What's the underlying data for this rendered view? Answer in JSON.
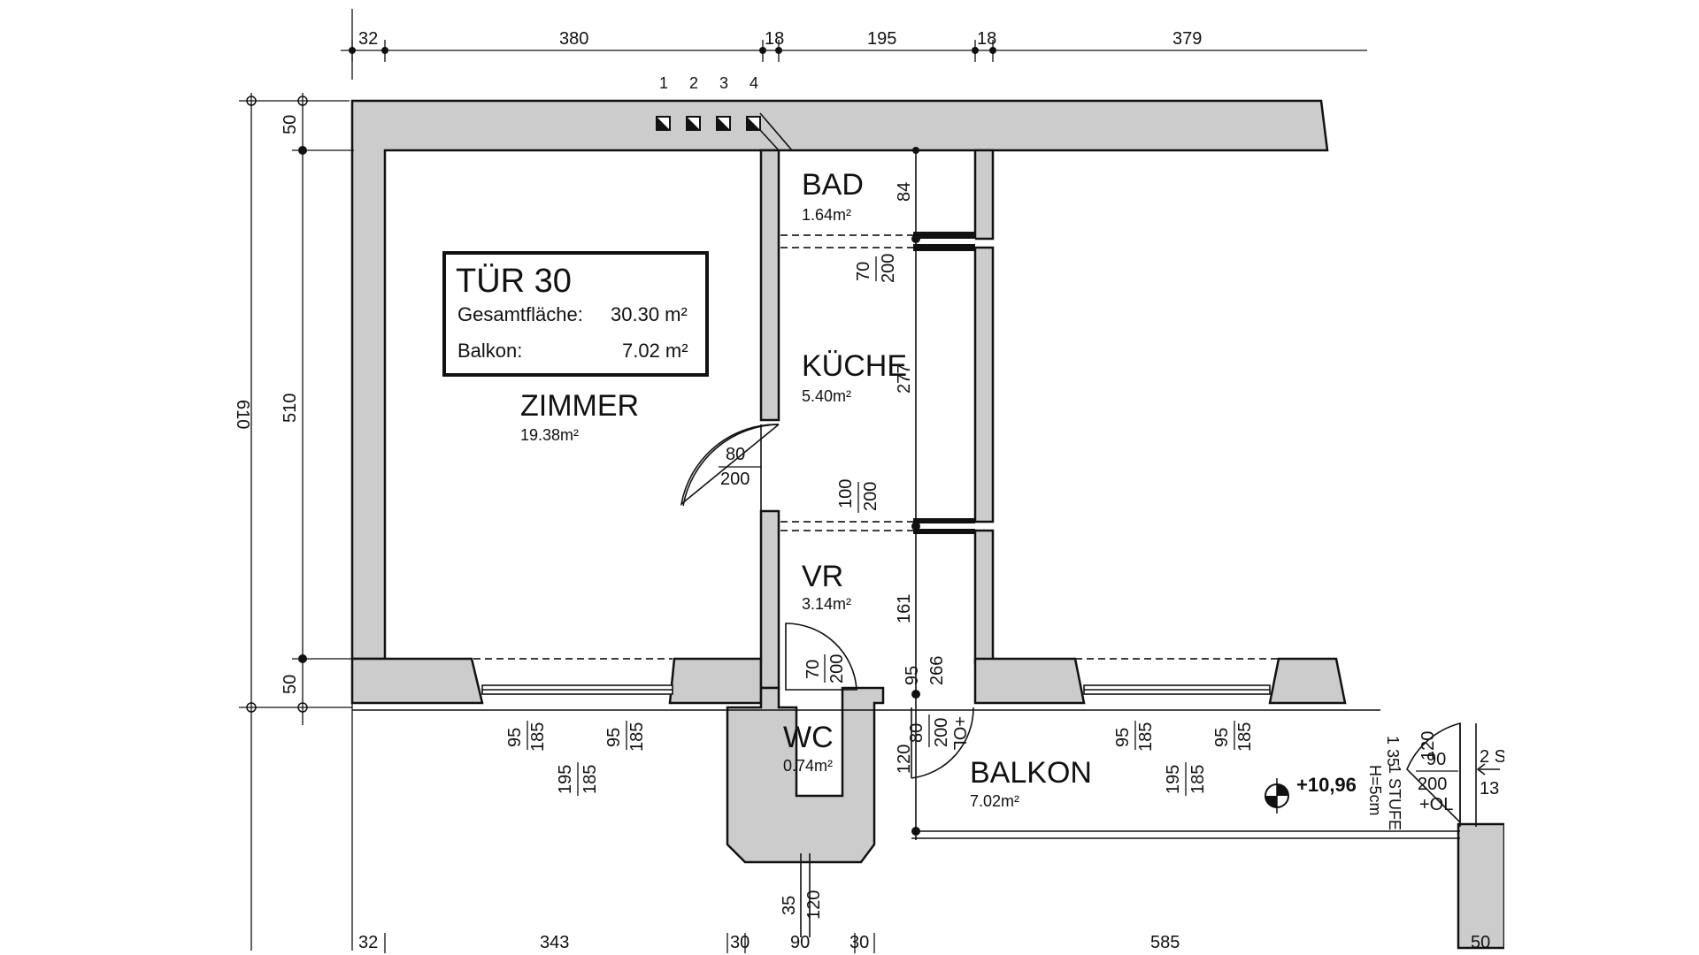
{
  "title_box": {
    "title": "TÜR 30",
    "total_label": "Gesamtfläche:",
    "total_value": "30.30 m²",
    "balcony_label": "Balkon:",
    "balcony_value": "7.02 m²"
  },
  "rooms": {
    "bad": {
      "name": "BAD",
      "area": "1.64m²"
    },
    "kueche": {
      "name": "KÜCHE",
      "area": "5.40m²"
    },
    "zimmer": {
      "name": "ZIMMER",
      "area": "19.38m²"
    },
    "vr": {
      "name": "VR",
      "area": "3.14m²"
    },
    "wc": {
      "name": "WC",
      "area": "0.74m²"
    },
    "balkon": {
      "name": "BALKON",
      "area": "7.02m²"
    }
  },
  "flue_numbers": [
    "1",
    "2",
    "3",
    "4"
  ],
  "top_dims": [
    "32",
    "380",
    "18",
    "195",
    "18",
    "379"
  ],
  "bottom_dims": [
    "32",
    "343",
    "30",
    "90",
    "30",
    "585",
    "50"
  ],
  "left_dims": {
    "top": "50",
    "middle": "510",
    "bottom": "50",
    "outer": "610"
  },
  "interior_dims": {
    "bad_height": "84",
    "kueche_height": "277",
    "vr_height": "161",
    "vr_266": "266",
    "vr_95": "95",
    "wc_120": "120"
  },
  "door_dims": {
    "bad_w": "70",
    "bad_h": "200",
    "zimmer_w": "80",
    "zimmer_h": "200",
    "kueche_w": "100",
    "kueche_h": "200",
    "vr_w": "70",
    "vr_h": "200",
    "balkon_w": "80",
    "balkon_h": "200",
    "balkon_ol": "+OL",
    "stair_120": "120",
    "stair_90": "90",
    "stair_200": "200",
    "stair_ol": "+OL"
  },
  "window_dims": {
    "a1": "95",
    "a2": "185",
    "b1": "195",
    "b2": "185"
  },
  "bottom_wc_dims": {
    "a": "35",
    "b": "120"
  },
  "level": {
    "value": "+10,96"
  },
  "step_note": {
    "line1": "1 35",
    "line2": "H=5cm",
    "line3": "1 STUFE"
  },
  "right_edge": {
    "a": "2 S",
    "b": "13"
  },
  "colors": {
    "wall_fill": "#cccccc",
    "line": "#111111",
    "background": "#ffffff"
  }
}
